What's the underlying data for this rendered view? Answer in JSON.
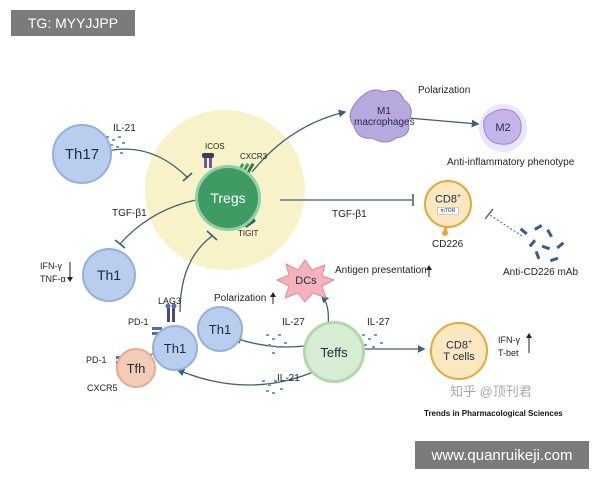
{
  "watermark_top": "TG: MYYJJPP",
  "watermark_bottom": "www.quanruikeji.com",
  "watermark_zhihu": "知乎 @顶刊君",
  "journal": "Trends in Pharmacological Sciences",
  "nodes": {
    "th17": "Th17",
    "tregs": "Tregs",
    "th1_left": "Th1",
    "th1_mid": "Th1",
    "th1_lag3": "Th1",
    "tfh": "Tfh",
    "teffs": "Teffs",
    "dcs": "DCs",
    "m1": "M1 macrophages",
    "m2": "M2",
    "cd8_top": "CD8",
    "cd8_top_sup": "+",
    "cd8_top_sub": "mTOR",
    "cd8_bottom": "CD8",
    "cd8_bottom_sup": "+",
    "cd8_bottom_line2": "T cells"
  },
  "labels": {
    "il21_top": "IL-21",
    "icos": "ICOS",
    "cxcr3": "CXCR3",
    "tigit": "TIGIT",
    "polarization_top": "Polarization",
    "anti_inflammatory": "Anti-inflammatory phenotype",
    "tgfb1_left": "TGF-β1",
    "tgfb1_right": "TGF-β1",
    "cd226": "CD226",
    "anti_cd226": "Anti-CD226 mAb",
    "ifng_left": "IFN-γ",
    "tnfa_left": "TNF-α",
    "antigen_presentation": "Antigen presentation",
    "polarization_mid": "Polarization",
    "lag3": "LAG3",
    "pd1_a": "PD-1",
    "pd1_b": "PD-1",
    "cxcr5": "CXCR5",
    "il27_left": "IL-27",
    "il27_right": "IL-27",
    "il21_bottom": "IL-21",
    "ifng_right": "IFN-γ",
    "tbet": "T-bet"
  },
  "colors": {
    "tregs_halo": "#f7f2c8",
    "tregs": "#3e9c63",
    "cell_blue": "#b9cdee",
    "teffs": "#d6ecd3",
    "tfh": "#f4cbb4",
    "m_cell": "#b7a8de",
    "dc": "#f4b2ba",
    "cd8_fill": "#fbe8c0",
    "cd8_border": "#e7a838",
    "arrow": "#3f5f72",
    "dots": "#6aa0c4"
  }
}
